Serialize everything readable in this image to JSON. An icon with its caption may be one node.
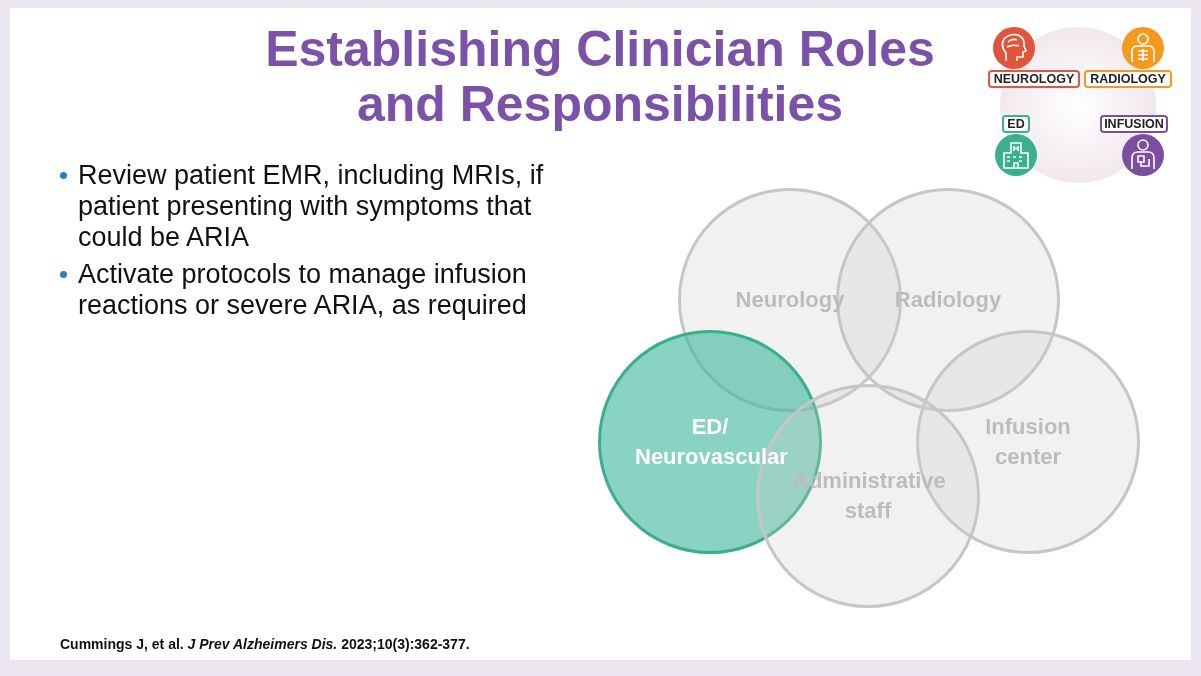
{
  "diagram": {
    "title": "Establishing Clinician Roles and Responsibilities",
    "caption": "Cummings J, et al. *J Prev Alzheimers Dis.* 2023;10(3):362-377.",
    "nodes": [
      {
        "text": [
          "NEUROLOGY"
        ]
      },
      {
        "text": [
          "RADIOLOGY"
        ]
      },
      {
        "text": [
          "ED"
        ]
      },
      {
        "text": [
          "INFUSION"
        ]
      },
      {
        "text": [
          "Neurology"
        ]
      },
      {
        "text": [
          "Radiology"
        ]
      },
      {
        "text": [
          "ED/ Neurovascular"
        ]
      },
      {
        "text": [
          "Infusion center"
        ]
      },
      {
        "text": [
          "Administrative staff"
        ]
      }
    ],
    "labels": [
      "Review patient EMR, including MRIs, if patient presenting with symptoms that could be ARIA",
      "Activate protocols to manage infusion reactions or severe ARIA, as required"
    ]
  }
}
